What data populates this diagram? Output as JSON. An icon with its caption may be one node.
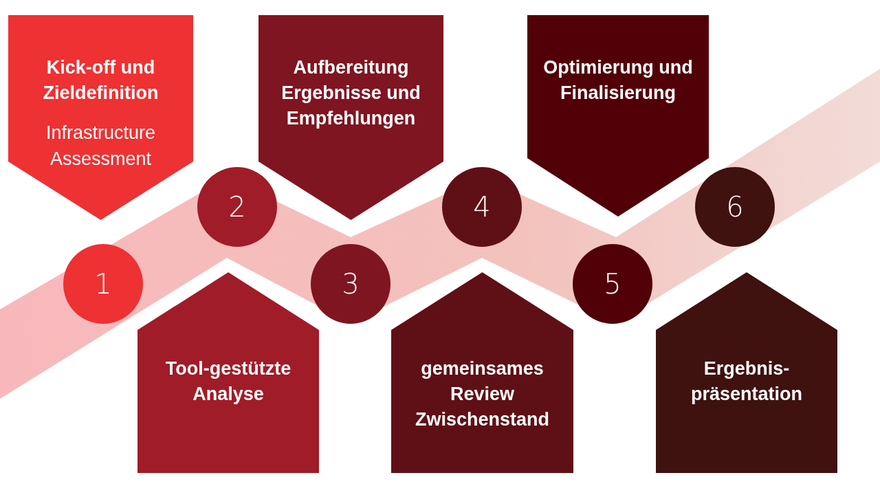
{
  "diagram": {
    "nodes": [
      {
        "text": [
          "Kick-off und Zieldefinition",
          "Infrastructure Assessment"
        ]
      },
      {
        "text": [
          "1"
        ]
      },
      {
        "text": [
          "Tool-gestützte Analyse"
        ]
      },
      {
        "text": [
          "2"
        ]
      },
      {
        "text": [
          "Aufbereitung Ergebnisse und Empfehlungen"
        ]
      },
      {
        "text": [
          "3"
        ]
      },
      {
        "text": [
          "gemeinsames Review Zwischenstand"
        ]
      },
      {
        "text": [
          "4"
        ]
      },
      {
        "text": [
          "Optimierung und Finalisierung"
        ]
      },
      {
        "text": [
          "5"
        ]
      },
      {
        "text": [
          "Ergebnis-präsentation"
        ]
      },
      {
        "text": [
          "6"
        ]
      }
    ]
  }
}
